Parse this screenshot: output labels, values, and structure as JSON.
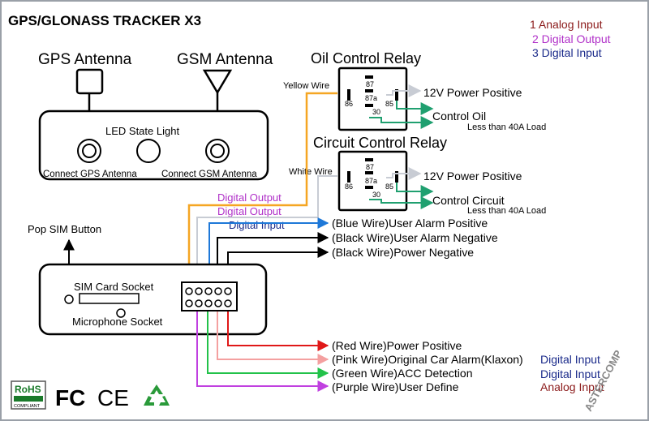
{
  "title": "GPS/GLONASS TRACKER X3",
  "legend": [
    {
      "text": "1 Analog Input",
      "color": "#8B1A1A"
    },
    {
      "text": "2 Digital Output",
      "color": "#B030C8"
    },
    {
      "text": "3 Digital Input",
      "color": "#1A2A8A"
    }
  ],
  "antennas": {
    "gps": "GPS Antenna",
    "gsm": "GSM Antenna"
  },
  "device_top": {
    "led": "LED State Light",
    "connect_gps": "Connect GPS Antenna",
    "connect_gsm": "Connect GSM Antenna"
  },
  "relays": {
    "oil": {
      "title": "Oil Control Relay",
      "wire": "Yellow Wire",
      "power": "12V Power Positive",
      "control": "Control Oil",
      "load": "Less than 40A Load",
      "pins": [
        "87",
        "86",
        "87a",
        "85",
        "30"
      ]
    },
    "circuit": {
      "title": "Circuit Control Relay",
      "wire": "White Wire",
      "power": "12V Power Positive",
      "control": "Control Circuit",
      "load": "Less than 40A Load",
      "pins": [
        "87",
        "86",
        "87a",
        "85",
        "30"
      ]
    }
  },
  "side_labels": {
    "digital_output_1": "Digital Output",
    "digital_output_2": "Digital Output",
    "digital_input": "Digital Input",
    "pop_sim": "Pop SIM Button"
  },
  "device_bottom": {
    "sim_socket": "SIM Card Socket",
    "microphone": "Microphone Socket"
  },
  "wires_top": [
    "(Blue Wire)User Alarm Positive",
    "(Black Wire)User Alarm Negative",
    "(Black Wire)Power Negative"
  ],
  "wires_bottom": [
    {
      "label": "(Red Wire)Power Positive",
      "type": ""
    },
    {
      "label": "(Pink Wire)Original Car Alarm(Klaxon)",
      "type": "Digital Input"
    },
    {
      "label": "(Green Wire)ACC Detection",
      "type": "Digital Input"
    },
    {
      "label": "(Purple Wire)User Define",
      "type": "Analog Input"
    }
  ],
  "logos": {
    "rohs": "RoHS",
    "rohs_sub": "COMPLIANT",
    "fc": "FC",
    "ce": "CE",
    "watermark": "ASTERCOMP"
  },
  "colors": {
    "orange": "#F5A623",
    "purple": "#B030C8",
    "blue": "#1E78D8",
    "black": "#000000",
    "red": "#E01818",
    "pink": "#F4A0A0",
    "green": "#22C24A",
    "magenta": "#C040E0",
    "grey": "#C8CCD4",
    "teal": "#20A070"
  }
}
